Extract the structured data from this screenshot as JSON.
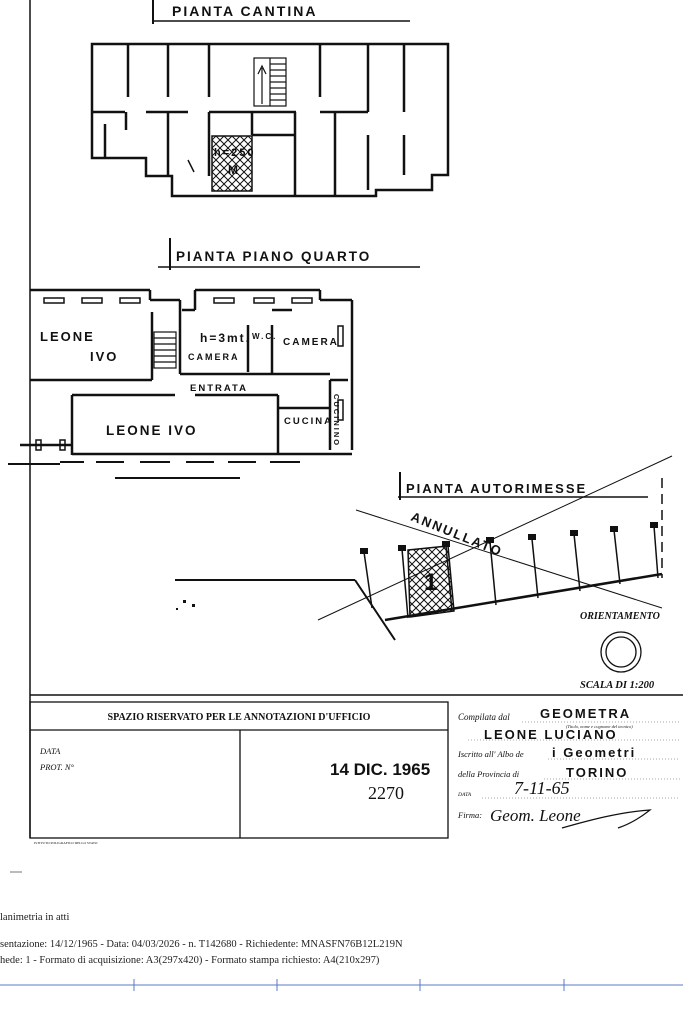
{
  "plans": {
    "cantina_title": "PIANTA CANTINA",
    "cantina_cell": "h=250",
    "cantina_cell_mark": "M",
    "quarto_title": "PIANTA PIANO QUARTO",
    "leone_ivo_1a": "LEONE",
    "leone_ivo_1b": "IVO",
    "h3mt": "h=3mt.",
    "camera_1": "CAMERA",
    "wc": "W.C.",
    "camera_2": "CAMERA",
    "entrata": "ENTRATA",
    "leone_ivo_2": "LEONE IVO",
    "cucina": "CUCINA",
    "cucinino": "CUCININO",
    "autorimesse_title": "PIANTA AUTORIMESSE",
    "annullato": "ANNULLATO",
    "box_number": "1",
    "orientamento": "ORIENTAMENTO",
    "scala": "SCALA DI 1:200"
  },
  "office_box": {
    "header": "SPAZIO RISERVATO PER LE ANNOTAZIONI D'UFFICIO",
    "data_label": "DATA",
    "prot_label": "PROT. N°",
    "stamp_date": "14 DIC. 1965",
    "prot_number": "2270",
    "printer": "ISTITUTO POLIGRAFICO DELLO STATO"
  },
  "compiler": {
    "compilata_label": "Compilata dal",
    "compilata_value": "GEOMETRA",
    "subtitle": "(Titolo, nome e cognome del tecnico)",
    "name_value": "LEONE LUCIANO",
    "albo_label": "Iscritto all' Albo de",
    "albo_value": "i Geometri",
    "provincia_label": "della Provincia di",
    "provincia_value": "TORINO",
    "data_label": "DATA",
    "data_value": "7-11-65",
    "firma_label": "Firma:",
    "firma_value": "Geom. Leone"
  },
  "footer": {
    "line1": "lanimetria in atti",
    "line2": "sentazione: 14/12/1965 - Data: 04/03/2026 - n. T142680 - Richiedente: MNASFN76B12L219N",
    "line3": "hede: 1 - Formato di acquisizione: A3(297x420)  - Formato stampa richiesto: A4(210x297)"
  }
}
